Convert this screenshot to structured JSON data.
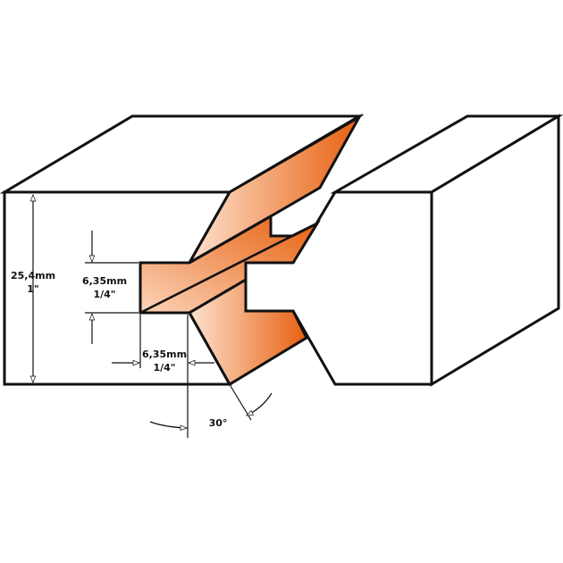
{
  "dimensions": {
    "total_height": {
      "metric": "25,4mm",
      "imperial": "1\""
    },
    "tenon_height": {
      "metric": "6,35mm",
      "imperial": "1/4\""
    },
    "tenon_depth": {
      "metric": "6,35mm",
      "imperial": "1/4\""
    },
    "angle": "30°"
  },
  "colors": {
    "orange_dark": "#e8600f",
    "orange_light": "#fde3d0",
    "outline": "#111111"
  }
}
